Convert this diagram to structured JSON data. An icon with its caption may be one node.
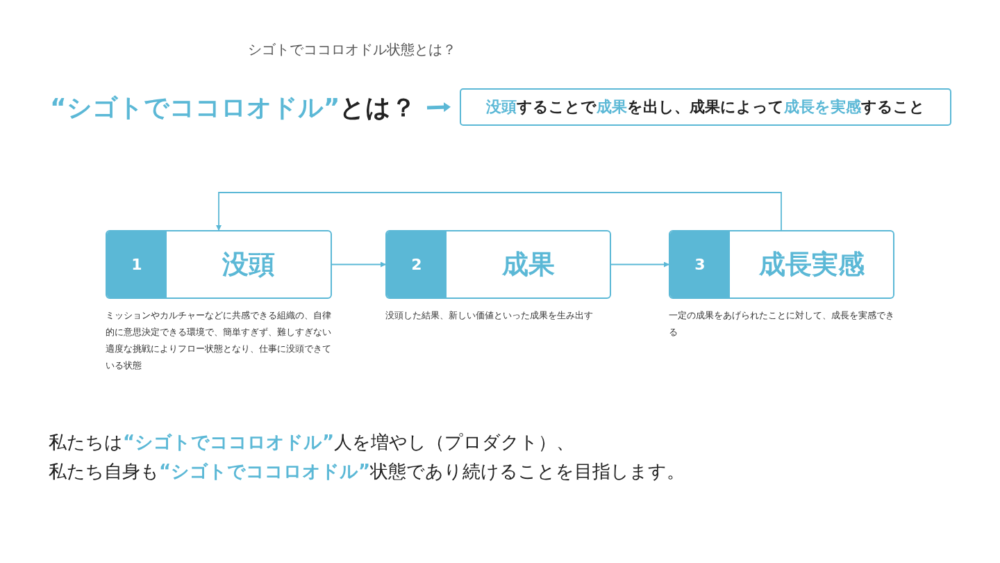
{
  "diagram": {
    "title": "シゴトでココロオドル状態とは？",
    "nodes": [
      {
        "text": [
          "**“シゴトでココロオドル”**とは？"
        ]
      },
      {
        "text": [
          "**没頭**することで**成果**を出し、成果によって**成長を実感**すること"
        ]
      },
      {
        "text": [
          "1",
          "没頭"
        ],
        "beside": [
          "ミッションやカルチャーなどに共感できる組織の、自律的に意思決定できる環境で、簡単すぎず、難しすぎない適度な挑戦によりフロー状態となり、仕事に没頭できている状態"
        ]
      },
      {
        "text": [
          "2",
          "成果"
        ],
        "beside": [
          "没頭した結果、新しい価値といった成果を生み出す"
        ]
      },
      {
        "text": [
          "3",
          "成長実感"
        ],
        "beside": [
          "一定の成果をあげられたことに対して、成長を実感できる"
        ]
      }
    ],
    "edges": [
      {
        "from": 0,
        "to": 1,
        "arrow": "to",
        "style": "thick"
      },
      {
        "from": 2,
        "to": 3,
        "arrow": "to"
      },
      {
        "from": 3,
        "to": 4,
        "arrow": "to"
      },
      {
        "from": 4,
        "to": 2,
        "arrow": "to"
      }
    ],
    "labels": [
      "私たちは**“シゴトでココロオドル”**人を増やし（プロダクト）、",
      "私たち自身も**“シゴトでココロオドル”**状態であり続けることを目指します。"
    ]
  }
}
